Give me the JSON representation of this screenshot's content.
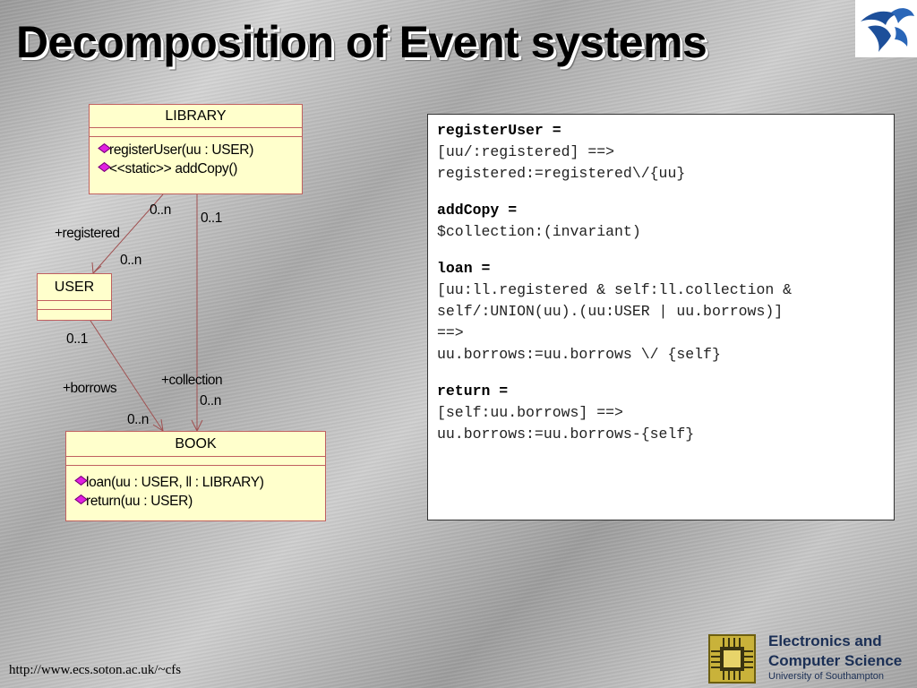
{
  "title": "Decomposition of Event systems",
  "diagram": {
    "classes": {
      "library": {
        "name": "LIBRARY",
        "ops": [
          "registerUser(uu : USER)",
          "<<static>> addCopy()"
        ]
      },
      "user": {
        "name": "USER"
      },
      "book": {
        "name": "BOOK",
        "ops": [
          "loan(uu : USER, ll : LIBRARY)",
          "return(uu : USER)"
        ]
      }
    },
    "labels": {
      "lib_user_lib_mult": "0..n",
      "lib_book_lib_mult": "0..1",
      "registered_role": "+registered",
      "lib_user_user_mult": "0..n",
      "user_book_user_mult": "0..1",
      "borrows_role": "+borrows",
      "collection_role": "+collection",
      "lib_book_book_mult": "0..n",
      "user_book_book_mult": "0..n"
    }
  },
  "code": [
    {
      "head": "registerUser =",
      "lines": [
        "[uu/:registered] ==>",
        "registered:=registered\\/{uu}"
      ]
    },
    {
      "head": "addCopy =",
      "lines": [
        "$collection:(invariant)"
      ]
    },
    {
      "head": "loan =",
      "lines": [
        "[uu:ll.registered & self:ll.collection &",
        "self/:UNION(uu).(uu:USER | uu.borrows)]",
        "==>",
        "uu.borrows:=uu.borrows \\/ {self}"
      ]
    },
    {
      "head": "return =",
      "lines": [
        "[self:uu.borrows] ==>",
        "uu.borrows:=uu.borrows-{self}"
      ]
    }
  ],
  "footer": {
    "url": "http://www.ecs.soton.ac.uk/~cfs",
    "org_line1": "Electronics and",
    "org_line2": "Computer Science",
    "org_line3": "University of Southampton"
  },
  "colors": {
    "class_fill": "#ffffcc",
    "class_border": "#c06060",
    "op_diamond": "#e020e0",
    "org_text": "#1b2f55"
  },
  "icons": [
    "university-dolphin-logo",
    "ecs-chip-logo",
    "operation-diamond-icon"
  ]
}
